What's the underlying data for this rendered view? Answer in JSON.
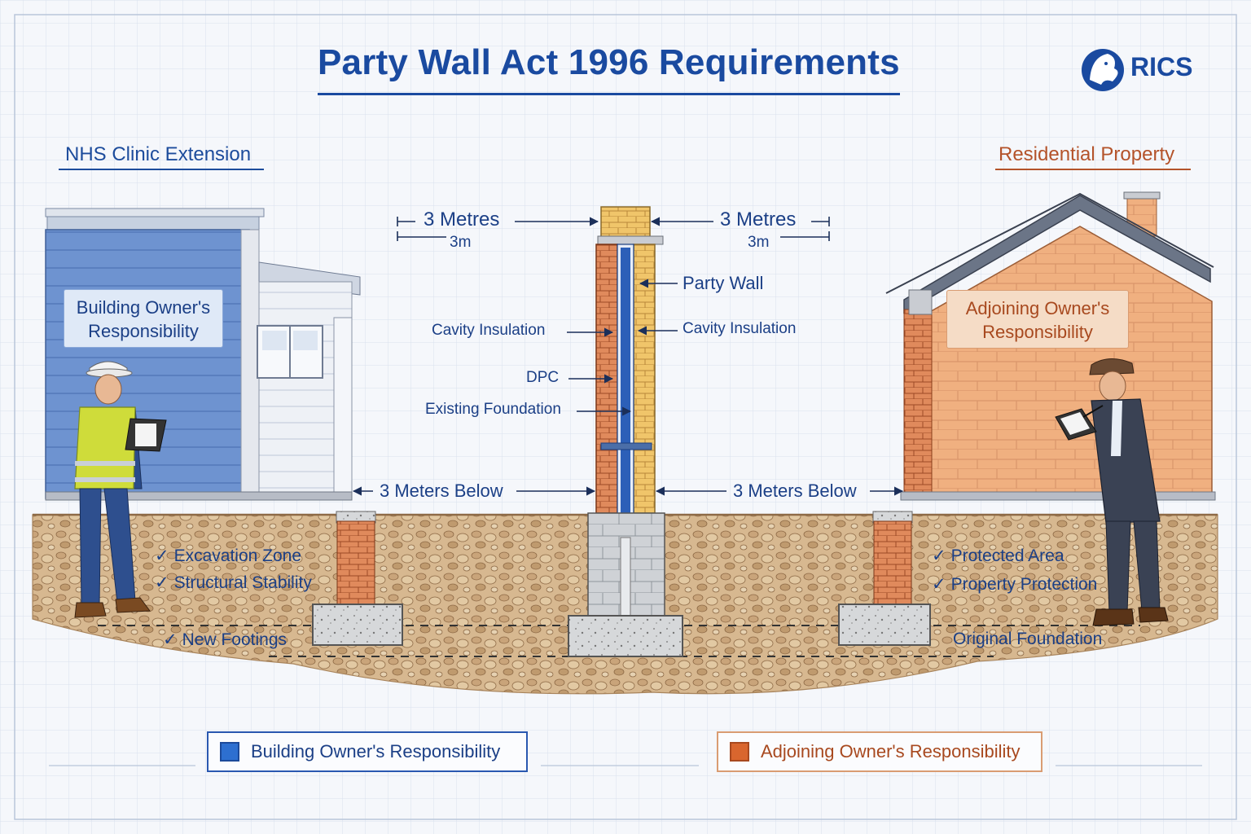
{
  "title": "Party Wall Act 1996 Requirements",
  "logo": {
    "text": "RICS",
    "icon": "rics-lion-icon"
  },
  "left_property": {
    "label": "NHS Clinic Extension",
    "responsibility": "Building Owner's Responsibility",
    "checklist": [
      "Excavation Zone",
      "Structural Stability",
      "New Footings"
    ]
  },
  "right_property": {
    "label": "Residential Property",
    "responsibility": "Adjoining Owner's Responsibility",
    "checklist": [
      "Protected Area",
      "Property Protection"
    ],
    "foundation_label": "Original Foundation"
  },
  "dimensions": {
    "left_top": "3 Metres",
    "left_top_sub": "3m",
    "right_top": "3 Metres",
    "right_top_sub": "3m",
    "left_below": "3 Meters Below",
    "right_below": "3 Meters Below"
  },
  "wall_labels": {
    "party_wall": "Party Wall",
    "cavity_left": "Cavity Insulation",
    "cavity_right": "Cavity Insulation",
    "dpc": "DPC",
    "existing_foundation": "Existing Foundation"
  },
  "legend": {
    "building_owner": "Building Owner's Responsibility",
    "adjoining_owner": "Adjoining Owner's Responsibility"
  },
  "colors": {
    "building_owner": "#2d6fd0",
    "adjoining_owner": "#d9662e",
    "title": "#1a4aa0"
  }
}
